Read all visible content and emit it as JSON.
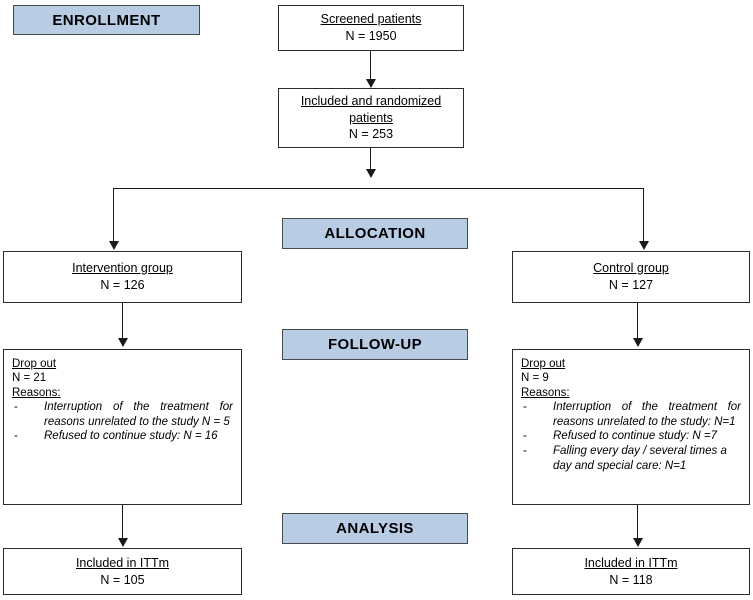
{
  "figure": {
    "kind": "consort-flow-diagram"
  },
  "colors": {
    "stage_fill": "#b8cce4",
    "stage_border": "#4a4a4a",
    "box_border": "#2b2b2b",
    "line": "#1a1a1a",
    "background": "#ffffff"
  },
  "stages": {
    "enrollment": "ENROLLMENT",
    "allocation": "ALLOCATION",
    "followup": "FOLLOW-UP",
    "analysis": "ANALYSIS"
  },
  "enrollment": {
    "screened": {
      "title": "Screened patients",
      "count": "N = 1950"
    },
    "randomized": {
      "title_line1": "Included and randomized",
      "title_line2": "patients",
      "count": "N = 253"
    }
  },
  "allocation": {
    "intervention": {
      "title": "Intervention group",
      "count": "N = 126"
    },
    "control": {
      "title": "Control group",
      "count": "N = 127"
    }
  },
  "followup": {
    "intervention_dropout": {
      "heading": "Drop out",
      "count": "N = 21",
      "reasons_label": "Reasons:",
      "reasons": [
        "Interruption of the treatment for reasons unrelated to the study N = 5",
        "Refused to continue study: N = 16"
      ]
    },
    "control_dropout": {
      "heading": "Drop out",
      "count": "N = 9",
      "reasons_label": "Reasons:",
      "reasons": [
        "Interruption of the treatment for reasons unrelated to the study: N=1",
        "Refused to continue study: N =7",
        "Falling every day / several times a day and special care: N=1"
      ]
    }
  },
  "analysis": {
    "intervention_ittm": {
      "title": "Included in ITTm",
      "count": "N = 105"
    },
    "control_ittm": {
      "title": "Included in ITTm",
      "count": "N = 118"
    }
  }
}
